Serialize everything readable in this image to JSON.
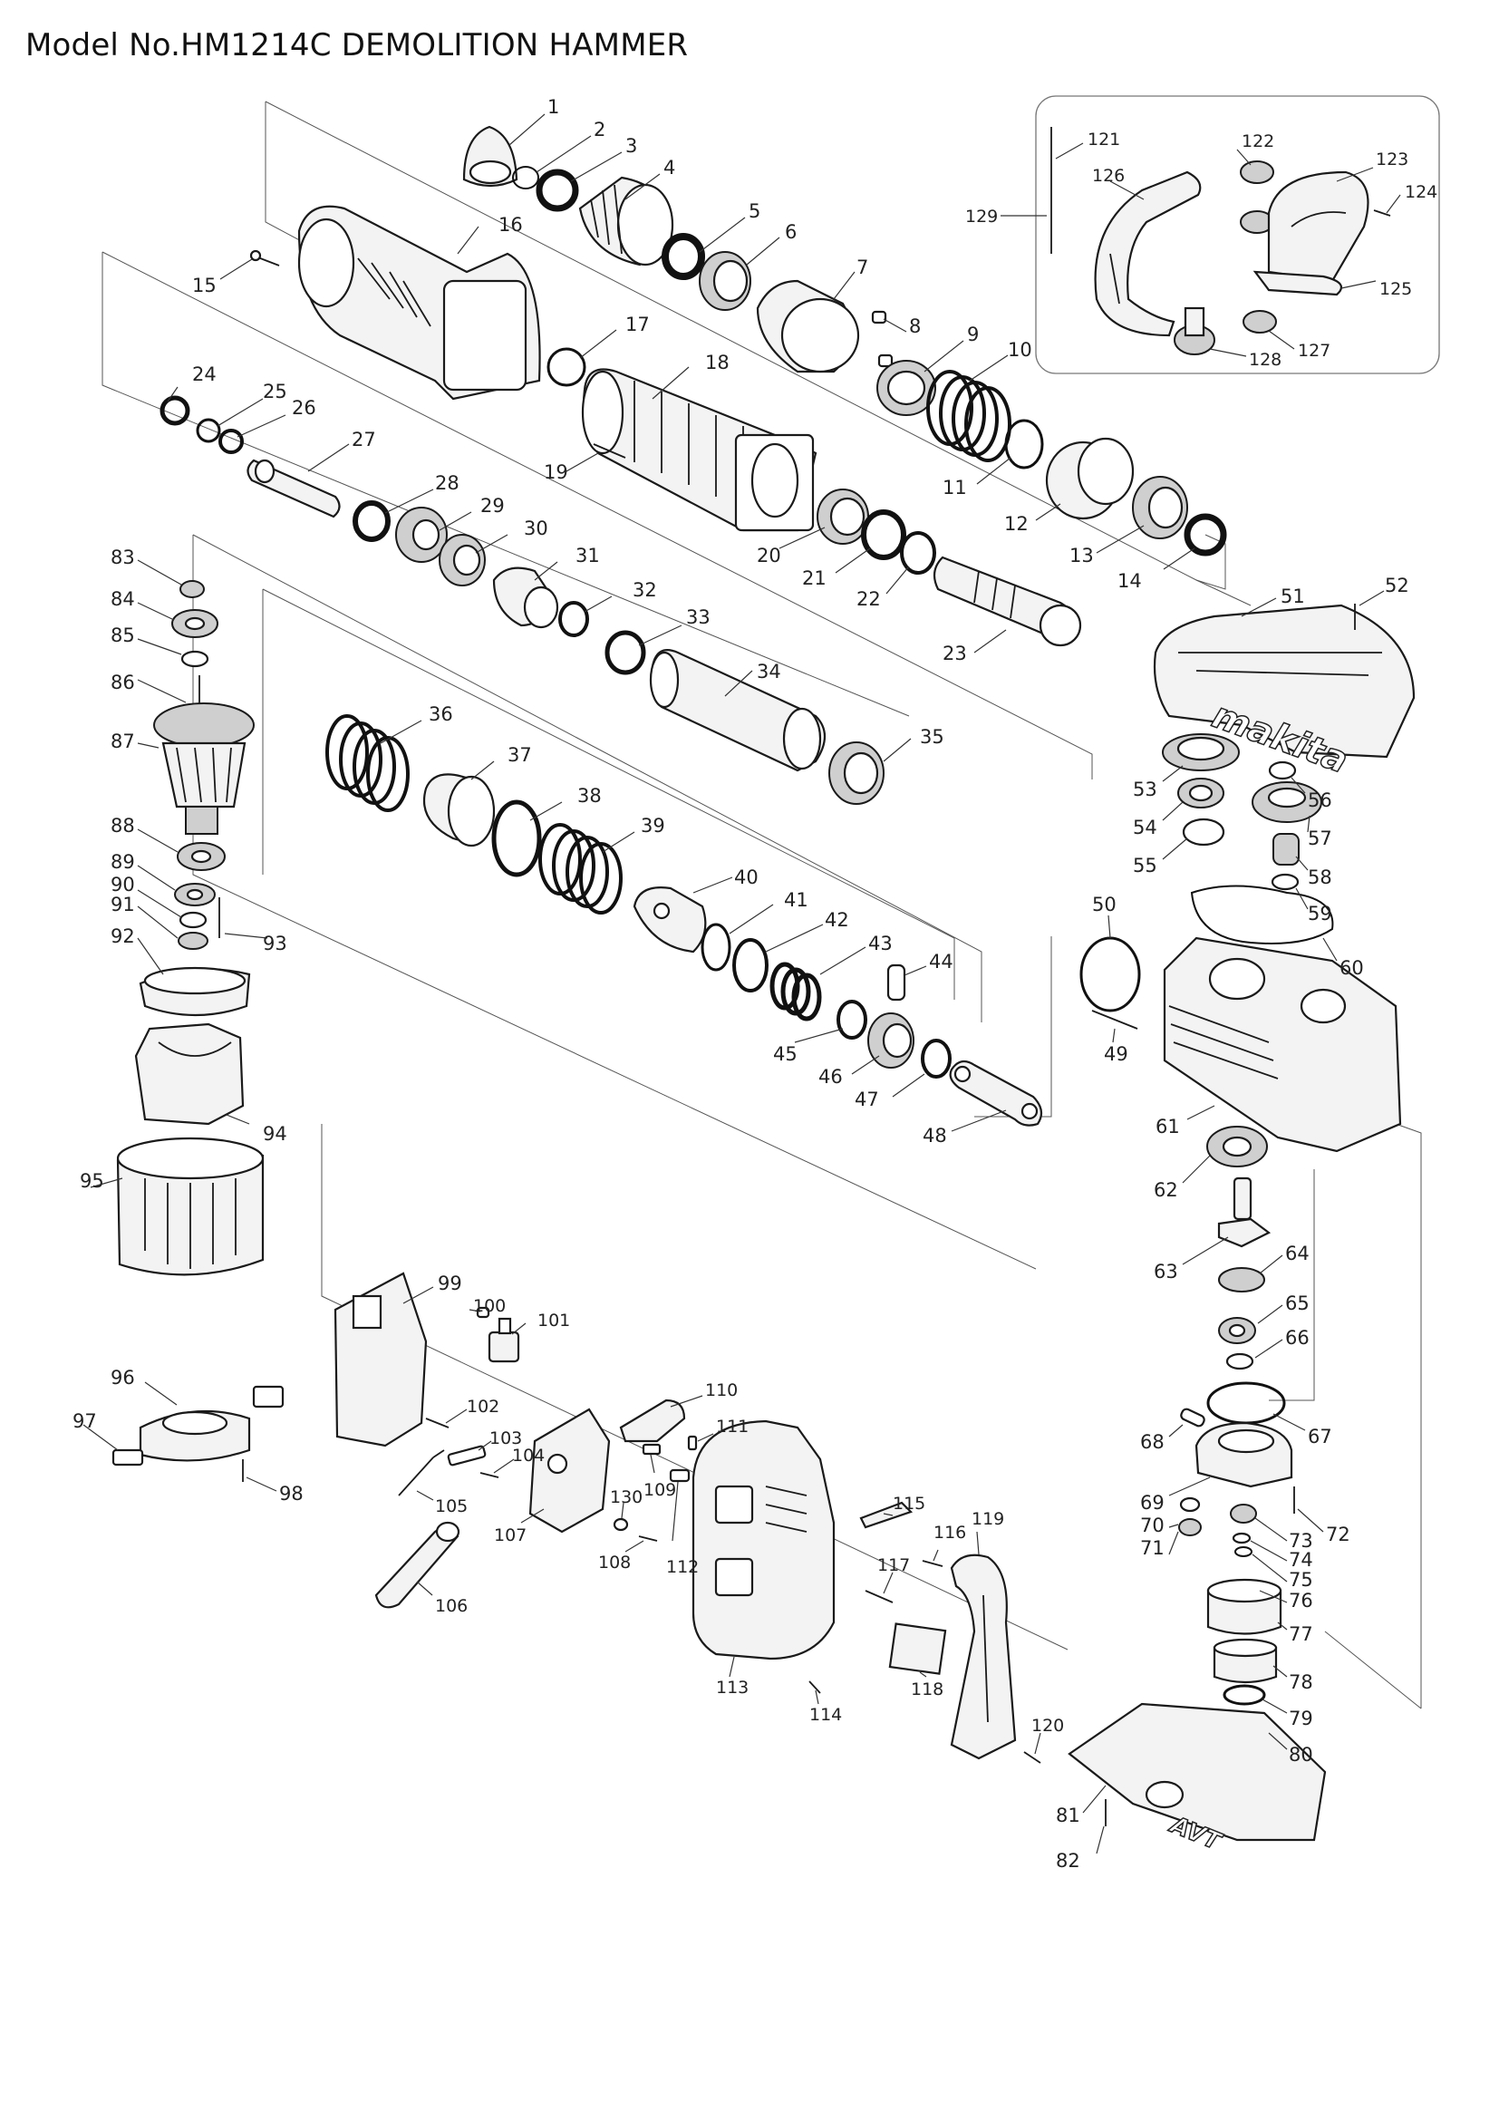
{
  "title": "Model No.HM1214C DEMOLITION HAMMER",
  "brand_marks": {
    "housing_logo": "makita",
    "handle_base_logo": "AVT"
  },
  "part_numbers": {
    "p1": "1",
    "p2": "2",
    "p3": "3",
    "p4": "4",
    "p5": "5",
    "p6": "6",
    "p7": "7",
    "p8": "8",
    "p9": "9",
    "p10": "10",
    "p11": "11",
    "p12": "12",
    "p13": "13",
    "p14": "14",
    "p15": "15",
    "p16": "16",
    "p17": "17",
    "p18": "18",
    "p19": "19",
    "p20": "20",
    "p21": "21",
    "p22": "22",
    "p23": "23",
    "p24": "24",
    "p25": "25",
    "p26": "26",
    "p27": "27",
    "p28": "28",
    "p29": "29",
    "p30": "30",
    "p31": "31",
    "p32": "32",
    "p33": "33",
    "p34": "34",
    "p35": "35",
    "p36": "36",
    "p37": "37",
    "p38": "38",
    "p39": "39",
    "p40": "40",
    "p41": "41",
    "p42": "42",
    "p43": "43",
    "p44": "44",
    "p45": "45",
    "p46": "46",
    "p47": "47",
    "p48": "48",
    "p49": "49",
    "p50": "50",
    "p51": "51",
    "p52": "52",
    "p53": "53",
    "p54": "54",
    "p55": "55",
    "p56": "56",
    "p57": "57",
    "p58": "58",
    "p59": "59",
    "p60": "60",
    "p61": "61",
    "p62": "62",
    "p63": "63",
    "p64": "64",
    "p65": "65",
    "p66": "66",
    "p67": "67",
    "p68": "68",
    "p69": "69",
    "p70": "70",
    "p71": "71",
    "p72": "72",
    "p73": "73",
    "p74": "74",
    "p75": "75",
    "p76": "76",
    "p77": "77",
    "p78": "78",
    "p79": "79",
    "p80": "80",
    "p81": "81",
    "p82": "82",
    "p83": "83",
    "p84": "84",
    "p85": "85",
    "p86": "86",
    "p87": "87",
    "p88": "88",
    "p89": "89",
    "p90": "90",
    "p91": "91",
    "p92": "92",
    "p93": "93",
    "p94": "94",
    "p95": "95",
    "p96": "96",
    "p97": "97",
    "p98": "98",
    "p99": "99",
    "p100": "100",
    "p101": "101",
    "p102": "102",
    "p103": "103",
    "p104": "104",
    "p105": "105",
    "p106": "106",
    "p107": "107",
    "p108": "108",
    "p109": "109",
    "p110": "110",
    "p111": "111",
    "p112": "112",
    "p113": "113",
    "p114": "114",
    "p115": "115",
    "p116": "116",
    "p117": "117",
    "p118": "118",
    "p119": "119",
    "p120": "120",
    "p121": "121",
    "p122": "122",
    "p123": "123",
    "p124": "124",
    "p125": "125",
    "p126": "126",
    "p127": "127",
    "p128": "128",
    "p129": "129",
    "p130": "130"
  }
}
